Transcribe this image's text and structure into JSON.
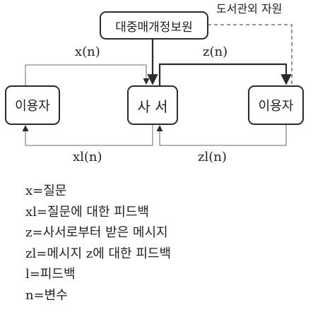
{
  "nodes": {
    "mass_media": "대중매개정보원",
    "librarian": "사 서",
    "user_left": "이용자",
    "user_right": "이용자"
  },
  "labels": {
    "library_resources": "도서관외 자원",
    "x_n": "x(n)",
    "z_n": "z(n)",
    "xl_n": "xl(n)",
    "zl_n": "zl(n)"
  },
  "legend": [
    "x=질문",
    "xl=질문에 대한 피드백",
    "z=사서로부터 받은 메시지",
    "zl=메시지 z에 대한 피드백",
    "l=피드백",
    "n=변수"
  ]
}
